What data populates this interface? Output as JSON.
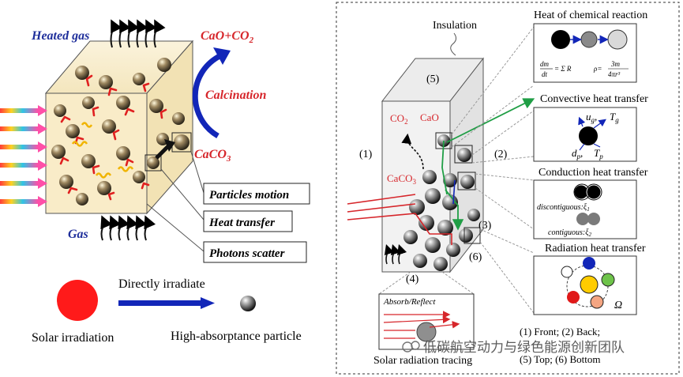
{
  "left_panel": {
    "heated_gas": "Heated gas",
    "gas": "Gas",
    "product": "CaO+CO",
    "product_sub": "2",
    "calcination": "Calcination",
    "reactant": "CaCO",
    "reactant_sub": "3",
    "labels": [
      "Particles motion",
      "Heat transfer",
      "Photons scatter"
    ]
  },
  "legend": {
    "directly_irradiate": "Directly irradiate",
    "solar_irradiation": "Solar irradiation",
    "particle": "High-absorptance particle"
  },
  "right_panel": {
    "insulation": "Insulation",
    "face_labels": [
      "(1)",
      "(2)",
      "(3)",
      "(4)",
      "(5)",
      "(6)"
    ],
    "co2": "CO",
    "co2_sub": "2",
    "cao": "CaO",
    "caco3": "CaCO",
    "caco3_sub": "3",
    "tracing_box_label": "Absorb/Reflect",
    "tracing_caption": "Solar radiation tracing",
    "faces_line1": "(1) Front;  (2) Back;",
    "faces_line2": "(5) Top;   (6) Bottom",
    "watermark": "低碳航空动力与绿色能源创新团队"
  },
  "mechanisms": [
    {
      "title": "Heat of chemical reaction",
      "formula_lhs": "dm",
      "formula_rhs": "ρ=",
      "formula_frac_num": "3m",
      "formula_frac_den": "4πr³",
      "formula_sum": "= Σ R"
    },
    {
      "title": "Convective heat transfer",
      "sym_ug": "u",
      "sym_ug_sub": "g",
      "sym_tg": "T",
      "sym_tg_sub": "g",
      "sym_dp": "d",
      "sym_dp_sub": "p",
      "sym_tp": "T",
      "sym_tp_sub": "p"
    },
    {
      "title": "Conduction heat transfer",
      "discontiguous": "discontiguous",
      "contiguous": "contiguous",
      "xi1": "ξ",
      "xi1_sub": "1",
      "xi2": "ξ",
      "xi2_sub": "2"
    },
    {
      "title": "Radiation heat transfer",
      "omega": "Ω"
    }
  ],
  "colors": {
    "blue_text": "#1f2f9b",
    "red_text": "#d6262b",
    "box_fill": "#f9ecc8",
    "green_ray": "#1f9e45",
    "arrow_blue": "#1226b8",
    "sun_red": "#ff1a1a"
  }
}
